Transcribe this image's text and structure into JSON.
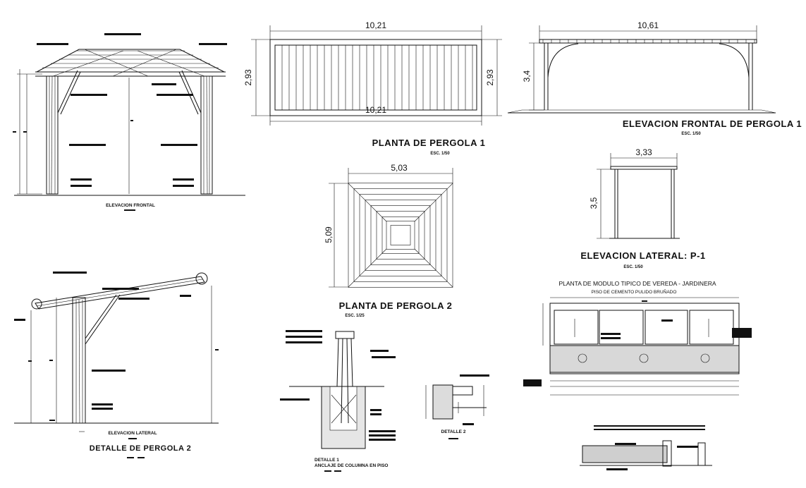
{
  "colors": {
    "ink": "#111111",
    "paper": "#ffffff"
  },
  "titles": {
    "planta1": "PLANTA DE PERGOLA 1",
    "planta1_scale": "ESC. 1/50",
    "elev_frontal1": "ELEVACION FRONTAL DE PERGOLA 1",
    "elev_frontal1_scale": "ESC. 1/50",
    "planta2": "PLANTA DE PERGOLA 2",
    "planta2_scale": "ESC. 1/25",
    "elev_lateral_p1": "ELEVACION LATERAL: P-1",
    "elev_lateral_p1_scale": "ESC. 1/50",
    "elev_frontal": "ELEVACION FRONTAL",
    "elev_lateral": "ELEVACION LATERAL",
    "detalle_pergola2": "DETALLE DE PERGOLA 2",
    "detalle1_line1": "DETALLE 1",
    "detalle1_line2": "ANCLAJE DE COLUMNA EN PISO",
    "detalle2": "DETALLE 2",
    "modulo_line1": "PLANTA DE MODULO TIPICO DE VEREDA - JARDINERA",
    "modulo_line2": "PISO DE CEMENTO PULIDO BRUÑADO"
  },
  "dims": {
    "p1_top": "10,21",
    "p1_bottom": "10,21",
    "p1_left": "2,93",
    "p1_right": "2,93",
    "ef1_width": "10,61",
    "ef1_height": "3,4",
    "p2_width": "5,03",
    "p2_height": "5,09",
    "el_width": "3,33",
    "el_height": "3,5"
  }
}
